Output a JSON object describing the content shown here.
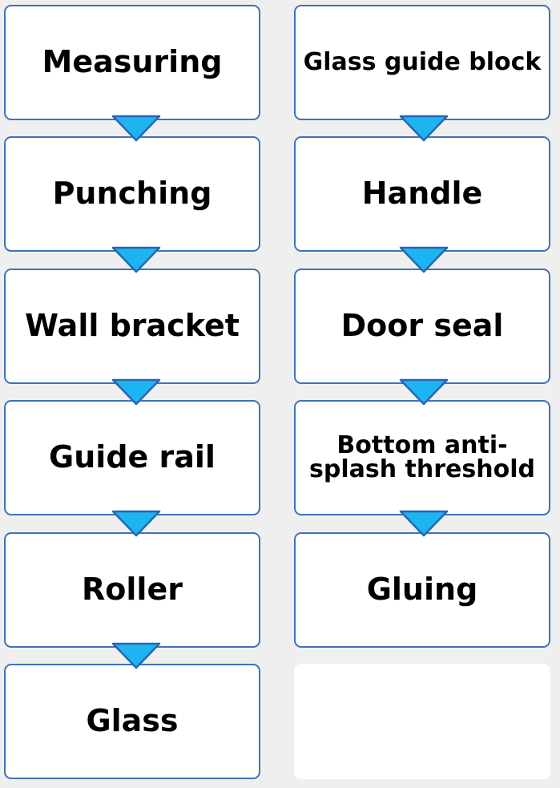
{
  "flow_left": {
    "steps": [
      "Measuring",
      "Punching",
      "Wall bracket",
      "Guide rail",
      "Roller",
      "Glass"
    ]
  },
  "flow_right": {
    "steps": [
      "Glass guide block",
      "Handle",
      "Door seal",
      "Bottom anti-splash threshold",
      "Gluing",
      ""
    ]
  },
  "colors": {
    "background": "#efefef",
    "box_fill": "#ffffff",
    "box_border": "#3f73b5",
    "arrow_fill": "#1eb4f2",
    "arrow_stroke": "#2867b0",
    "text": "#000000"
  }
}
